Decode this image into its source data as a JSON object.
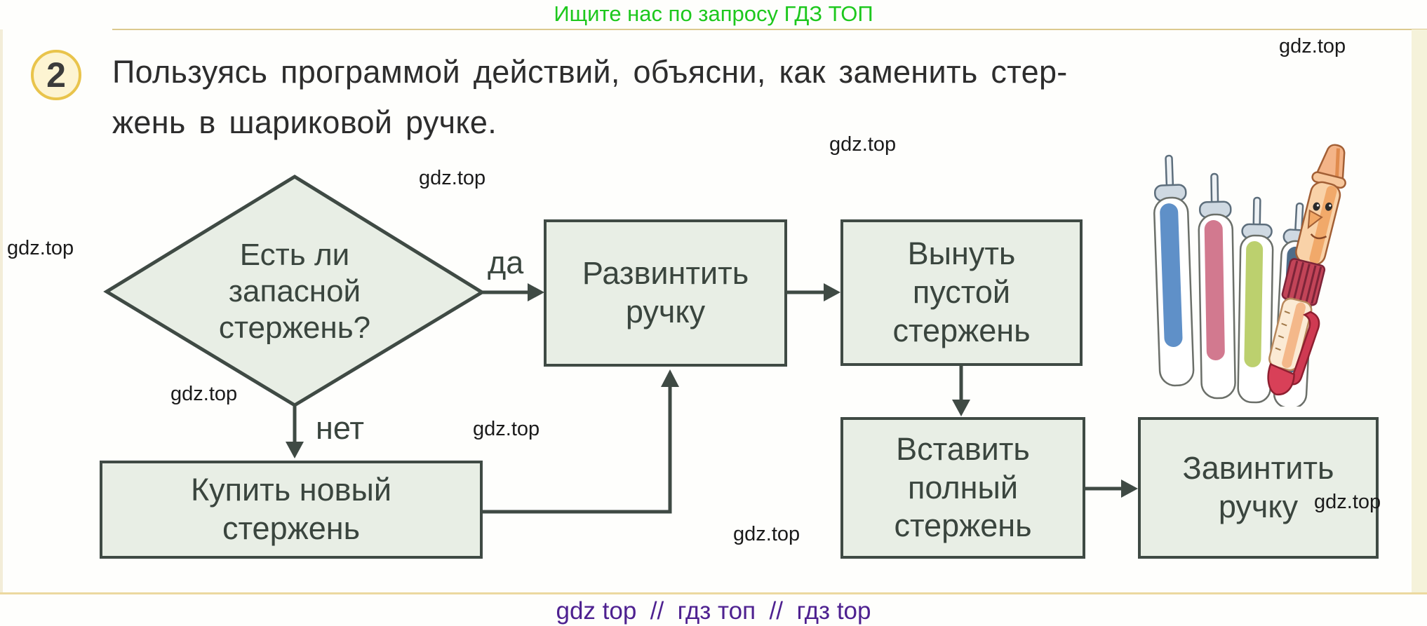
{
  "page": {
    "top_banner": "Ищите нас по запросу ГДЗ ТОП",
    "bottom_banner": "gdz top  //  гдз топ  //  гдз top",
    "watermark": "gdz.top"
  },
  "task": {
    "number": "2",
    "text_line1": "Пользуясь программой действий, объясни, как заменить стер-",
    "text_line2": "жень в шариковой ручке."
  },
  "flowchart": {
    "decision": "Есть ли\nзапасной\nстержень?",
    "yes_label": "да",
    "no_label": "нет",
    "steps": {
      "unscrew": "Развинтить\nручку",
      "remove": "Вынуть\nпустой\nстержень",
      "insert": "Вставить\nполный\nстержень",
      "screw": "Завинтить\nручку",
      "buy": "Купить новый\nстержень"
    }
  },
  "colors": {
    "banner_green": "#1dc81d",
    "banner_purple": "#4e2190",
    "box_fill": "#e8eee5",
    "box_border": "#3f4a44",
    "badge_border": "#e9c44c",
    "badge_fill": "#fdf4d2",
    "ink_blue": "#5f90c8",
    "ink_pink": "#d2798f",
    "ink_green": "#bcd06e",
    "ink_slate": "#4f6d89",
    "pen_body": "#f9d2a8",
    "pen_grip_red": "#c24458",
    "pen_cap_red": "#d84058"
  }
}
